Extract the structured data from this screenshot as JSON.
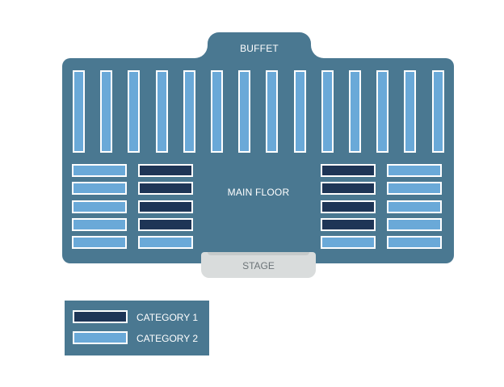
{
  "labels": {
    "buffet": "BUFFET",
    "main_floor": "MAIN FLOOR",
    "stage": "STAGE"
  },
  "colors": {
    "floor": "#4a7891",
    "category_1": "#1e3556",
    "category_2": "#6aa9d8",
    "stage": "#d9dcdc"
  },
  "tables": {
    "vertical_row_count": 14,
    "left_block": {
      "outer_column": [
        "category_2",
        "category_2",
        "category_2",
        "category_2",
        "category_2"
      ],
      "inner_column": [
        "category_1",
        "category_1",
        "category_1",
        "category_1",
        "category_2"
      ]
    },
    "right_block": {
      "inner_column": [
        "category_1",
        "category_1",
        "category_1",
        "category_1",
        "category_2"
      ],
      "outer_column": [
        "category_2",
        "category_2",
        "category_2",
        "category_2",
        "category_2"
      ]
    }
  },
  "legend": {
    "items": [
      {
        "label": "CATEGORY 1",
        "category": "category_1"
      },
      {
        "label": "CATEGORY 2",
        "category": "category_2"
      }
    ]
  }
}
